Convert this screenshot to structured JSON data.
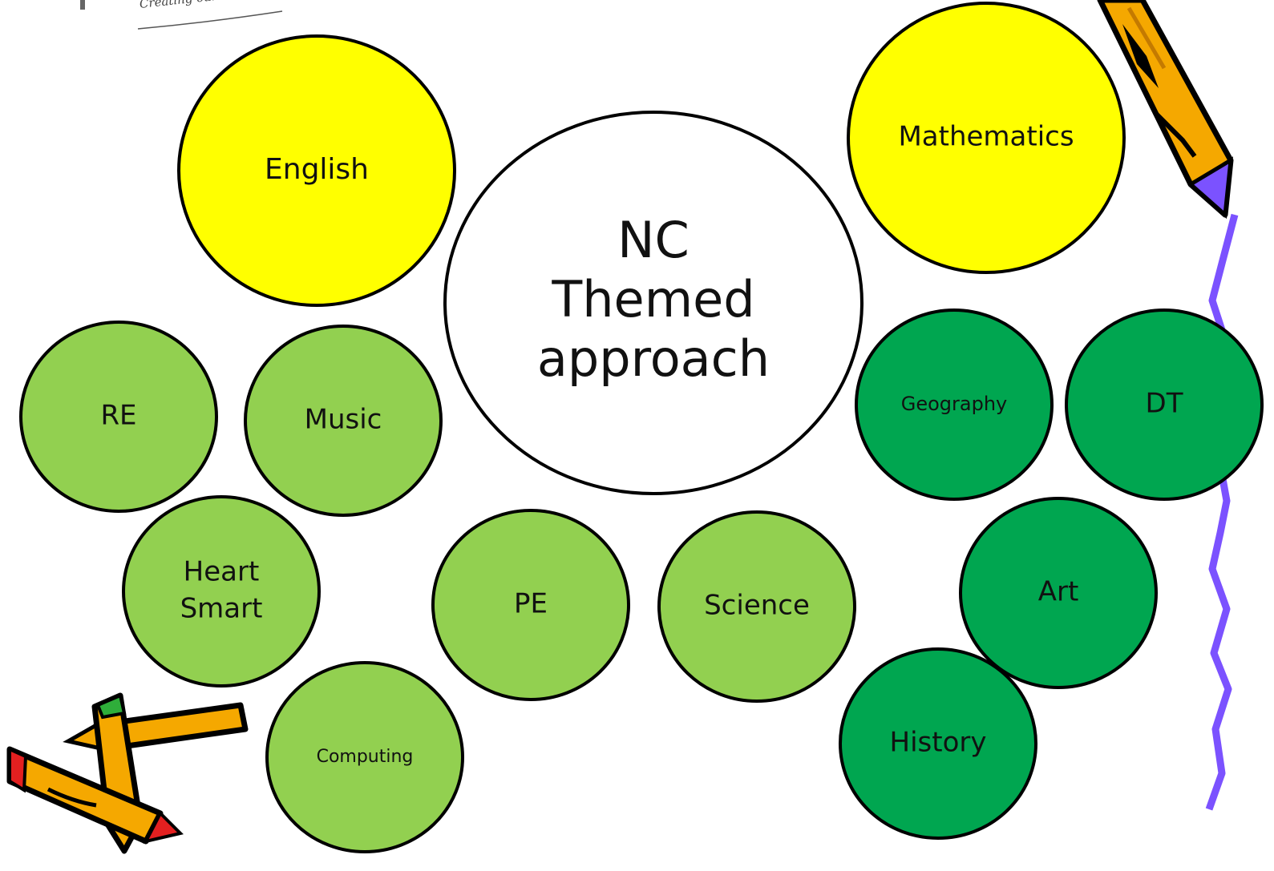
{
  "logo": {
    "tagline": "Creating our Pathway"
  },
  "center": {
    "lines": [
      "NC",
      "Themed",
      "approach"
    ]
  },
  "subjects": [
    {
      "id": "english",
      "lines": [
        "English"
      ],
      "group": "core"
    },
    {
      "id": "mathematics",
      "lines": [
        "Mathematics"
      ],
      "group": "core"
    },
    {
      "id": "re",
      "lines": [
        "RE"
      ],
      "group": "light"
    },
    {
      "id": "music",
      "lines": [
        "Music"
      ],
      "group": "light"
    },
    {
      "id": "heart-smart",
      "lines": [
        "Heart",
        "Smart"
      ],
      "group": "light"
    },
    {
      "id": "pe",
      "lines": [
        "PE"
      ],
      "group": "light"
    },
    {
      "id": "science",
      "lines": [
        "Science"
      ],
      "group": "light"
    },
    {
      "id": "computing",
      "lines": [
        "Computing"
      ],
      "group": "light"
    },
    {
      "id": "geography",
      "lines": [
        "Geography"
      ],
      "group": "dark"
    },
    {
      "id": "dt",
      "lines": [
        "DT"
      ],
      "group": "dark"
    },
    {
      "id": "art",
      "lines": [
        "Art"
      ],
      "group": "dark"
    },
    {
      "id": "history",
      "lines": [
        "History"
      ],
      "group": "dark"
    }
  ],
  "colors": {
    "core": "#ffff00",
    "light": "#92d050",
    "dark": "#00a650",
    "center": "#ffffff",
    "stroke": "#000000",
    "pencil": "#f5a800",
    "crayon_tip": "#7b52ff"
  },
  "decorations": [
    "pencil-clipart-top-right",
    "crayons-clipart-bottom-left",
    "purple-squiggle-line"
  ]
}
